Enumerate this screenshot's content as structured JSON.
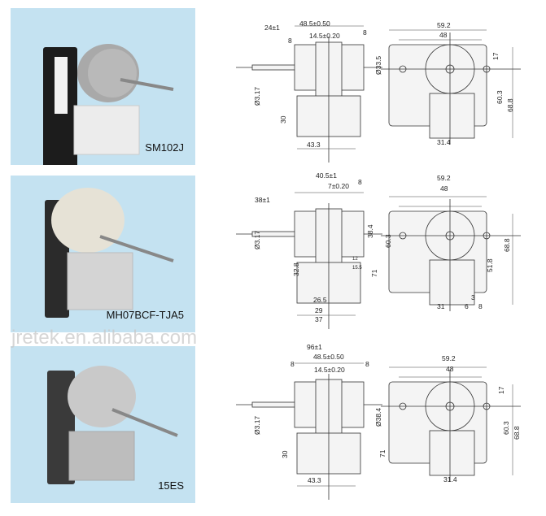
{
  "products": [
    {
      "model": "SM102J",
      "photo": "shaded-pole-motor-photo",
      "colors": {
        "panel": "#c4e2f1",
        "housing": "#1c1c1c",
        "coil": "#ececec",
        "cap": "#a9a9a9"
      },
      "side_view": {
        "shaft_length": "24±1",
        "overall": "48.5±0.50",
        "left_gap": "8",
        "right_gap": "8",
        "core": "14.5±0.20",
        "diameter": "Ø33.5",
        "shaft_dia": "Ø3.17",
        "height": "30",
        "width": "43.3"
      },
      "front_view": {
        "width": "59.2",
        "holes": "48",
        "top": "17",
        "mid": "60.3",
        "height": "68.8",
        "coil": "31.4"
      }
    },
    {
      "model": "MH07BCF-TJA5",
      "photo": "shaded-pole-motor-photo",
      "colors": {
        "panel": "#c4e2f1",
        "housing": "#2b2b2b",
        "coil": "#d4d4d4",
        "cap": "#e6e2d6"
      },
      "side_view": {
        "overall": "40.5±1",
        "core": "7±0.20",
        "right_gap": "8",
        "shaft_length": "38±1",
        "shaft_dia": "Ø3.17",
        "diameter": "38.4",
        "height": "32.8",
        "term_a": "12",
        "term_b": "15.5",
        "total_height": "71",
        "w1": "26.5",
        "w2": "29",
        "w3": "37"
      },
      "front_view": {
        "width": "59.2",
        "holes": "48",
        "mid": "60.3",
        "height": "68.8",
        "inner": "51.8",
        "coil": "31",
        "t1": "3",
        "t2": "6",
        "t3": "8"
      }
    },
    {
      "model": "15ES",
      "photo": "shaded-pole-motor-photo",
      "colors": {
        "panel": "#c4e2f1",
        "housing": "#3a3a3a",
        "coil": "#bdbdbd",
        "cap": "#c9c9c9"
      },
      "side_view": {
        "total": "96±1",
        "overall": "48.5±0.50",
        "left_gap": "8",
        "right_gap": "8",
        "core": "14.5±0.20",
        "shaft_dia": "Ø3.17",
        "diameter": "Ø38.4",
        "height": "30",
        "total_height": "71",
        "width": "43.3"
      },
      "front_view": {
        "width": "59.2",
        "holes": "48",
        "top": "17",
        "mid": "60.3",
        "height": "68.8",
        "coil": "31.4"
      }
    }
  ],
  "watermark": "jretek.en.alibaba.com"
}
